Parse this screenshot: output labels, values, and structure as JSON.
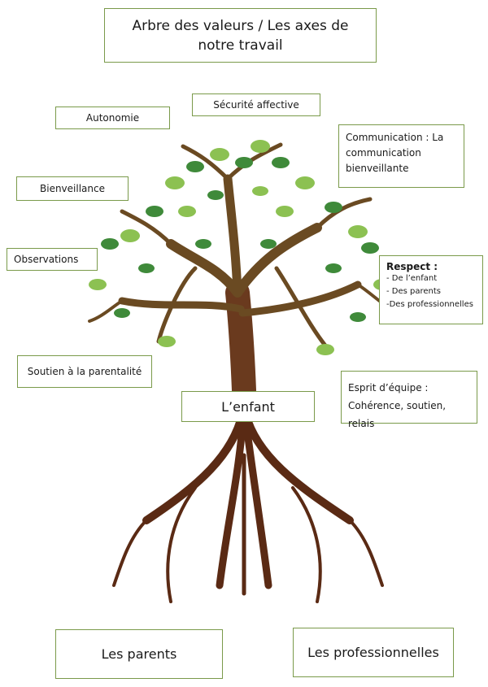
{
  "title": "Arbre des valeurs / Les axes de notre travail",
  "values": {
    "securite": "Sécurité affective",
    "autonomie": "Autonomie",
    "communication": "Communication : La communication bienveillante",
    "bienveillance": "Bienveillance",
    "observations": "Observations",
    "respect": {
      "title": "Respect :",
      "items": [
        "- De l’enfant",
        "- Des parents",
        "-Des professionnelles"
      ]
    },
    "soutien": "Soutien à la parentalité",
    "equipe_line1": "Esprit d’équipe :",
    "equipe_line2": "Cohérence, soutien, relais"
  },
  "center": "L’enfant",
  "roots": {
    "left": "Les parents",
    "right": "Les professionnelles"
  },
  "colors": {
    "trunk": "#6a3a1e",
    "leaf_light": "#8cc152",
    "leaf_dark": "#3f8a3a",
    "border": "#7a9a4a"
  }
}
